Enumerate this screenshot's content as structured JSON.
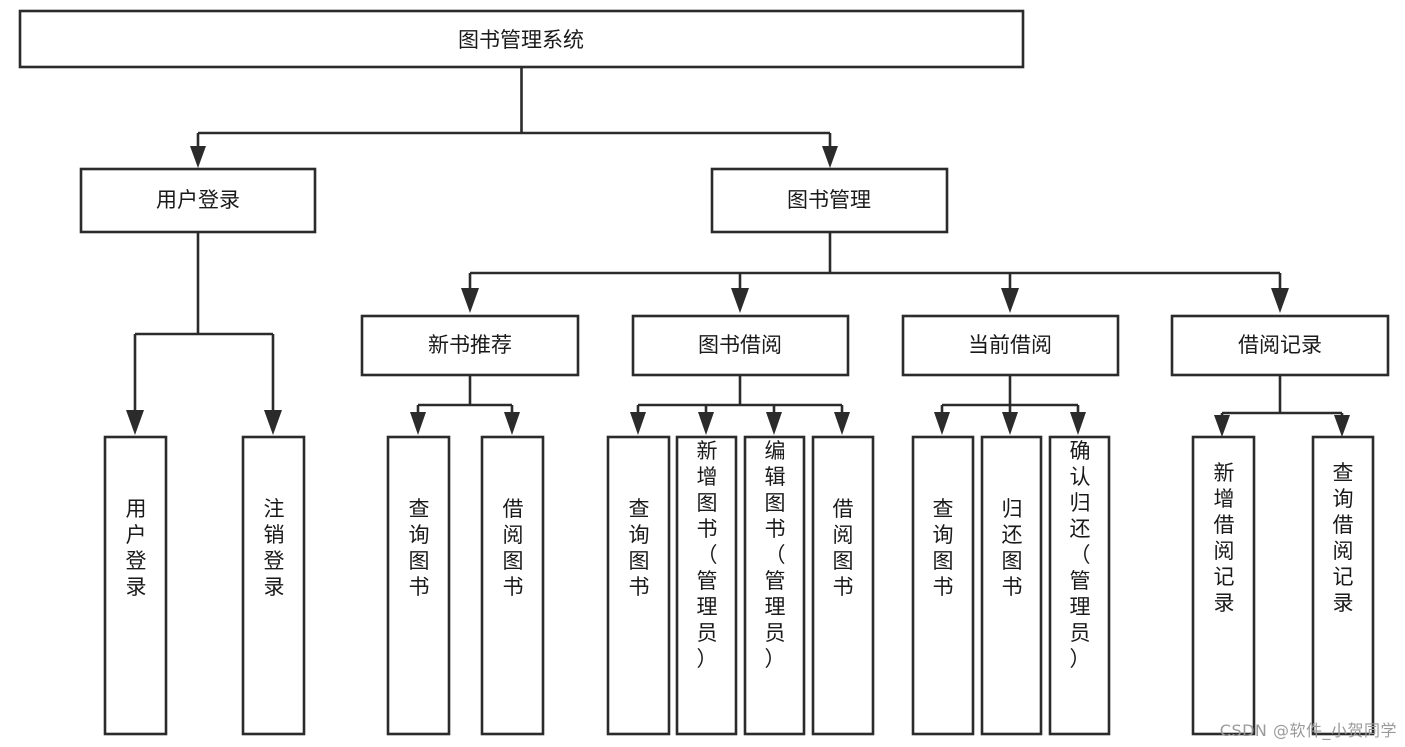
{
  "diagram": {
    "type": "tree",
    "title": "图书管理系统",
    "watermark": "CSDN @软件_小贺同学",
    "colors": {
      "stroke": "#2b2b2b",
      "fill": "#ffffff",
      "text": "#1a1a1a",
      "watermark": "#9a9a9a",
      "background": "#ffffff"
    },
    "nodes": {
      "root": {
        "label": "图书管理系统",
        "level": 1,
        "orientation": "horizontal"
      },
      "l2_0": {
        "label": "用户登录",
        "level": 2,
        "orientation": "horizontal"
      },
      "l2_1": {
        "label": "图书管理",
        "level": 2,
        "orientation": "horizontal"
      },
      "l3_0": {
        "label": "新书推荐",
        "level": 3,
        "orientation": "horizontal"
      },
      "l3_1": {
        "label": "图书借阅",
        "level": 3,
        "orientation": "horizontal"
      },
      "l3_2": {
        "label": "当前借阅",
        "level": 3,
        "orientation": "horizontal"
      },
      "l3_3": {
        "label": "借阅记录",
        "level": 3,
        "orientation": "horizontal"
      },
      "leaf_0": {
        "label": "用户登录",
        "level": 4,
        "orientation": "vertical"
      },
      "leaf_1": {
        "label": "注销登录",
        "level": 4,
        "orientation": "vertical"
      },
      "leaf_2": {
        "label": "查询图书",
        "level": 4,
        "orientation": "vertical"
      },
      "leaf_3": {
        "label": "借阅图书",
        "level": 4,
        "orientation": "vertical"
      },
      "leaf_4": {
        "label": "查询图书",
        "level": 4,
        "orientation": "vertical"
      },
      "leaf_5": {
        "label": "新增图书（管理员）",
        "level": 4,
        "orientation": "vertical"
      },
      "leaf_6": {
        "label": "编辑图书（管理员）",
        "level": 4,
        "orientation": "vertical"
      },
      "leaf_7": {
        "label": "借阅图书",
        "level": 4,
        "orientation": "vertical"
      },
      "leaf_8": {
        "label": "查询图书",
        "level": 4,
        "orientation": "vertical"
      },
      "leaf_9": {
        "label": "归还图书",
        "level": 4,
        "orientation": "vertical"
      },
      "leaf_10": {
        "label": "确认归还（管理员）",
        "level": 4,
        "orientation": "vertical"
      },
      "leaf_11": {
        "label": "新增借阅记录",
        "level": 4,
        "orientation": "vertical"
      },
      "leaf_12": {
        "label": "查询借阅记录",
        "level": 4,
        "orientation": "vertical"
      }
    },
    "edges": [
      {
        "from": "root",
        "to": "l2_0"
      },
      {
        "from": "root",
        "to": "l2_1"
      },
      {
        "from": "l2_1",
        "to": "l3_0"
      },
      {
        "from": "l2_1",
        "to": "l3_1"
      },
      {
        "from": "l2_1",
        "to": "l3_2"
      },
      {
        "from": "l2_1",
        "to": "l3_3"
      },
      {
        "from": "l2_0",
        "to": "leaf_0"
      },
      {
        "from": "l2_0",
        "to": "leaf_1"
      },
      {
        "from": "l3_0",
        "to": "leaf_2"
      },
      {
        "from": "l3_0",
        "to": "leaf_3"
      },
      {
        "from": "l3_1",
        "to": "leaf_4"
      },
      {
        "from": "l3_1",
        "to": "leaf_5"
      },
      {
        "from": "l3_1",
        "to": "leaf_6"
      },
      {
        "from": "l3_1",
        "to": "leaf_7"
      },
      {
        "from": "l3_2",
        "to": "leaf_8"
      },
      {
        "from": "l3_2",
        "to": "leaf_9"
      },
      {
        "from": "l3_2",
        "to": "leaf_10"
      },
      {
        "from": "l3_3",
        "to": "leaf_11"
      },
      {
        "from": "l3_3",
        "to": "leaf_12"
      }
    ]
  }
}
